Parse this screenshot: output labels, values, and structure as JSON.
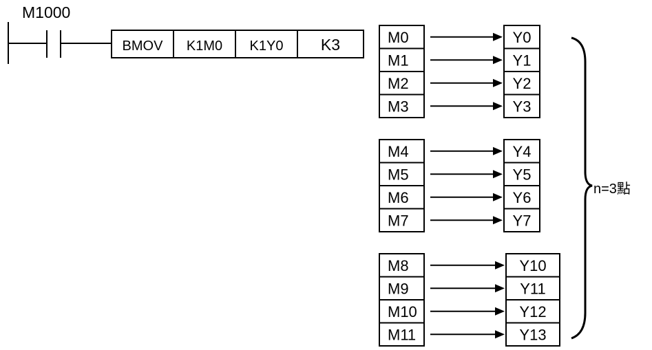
{
  "ladder": {
    "contact_label": "M1000",
    "instruction": {
      "operands": [
        "BMOV",
        "K1M0",
        "K1Y0",
        "K3"
      ]
    }
  },
  "groups": [
    {
      "rows": [
        {
          "src": "M0",
          "dst": "Y0"
        },
        {
          "src": "M1",
          "dst": "Y1"
        },
        {
          "src": "M2",
          "dst": "Y2"
        },
        {
          "src": "M3",
          "dst": "Y3"
        }
      ]
    },
    {
      "rows": [
        {
          "src": "M4",
          "dst": "Y4"
        },
        {
          "src": "M5",
          "dst": "Y5"
        },
        {
          "src": "M6",
          "dst": "Y6"
        },
        {
          "src": "M7",
          "dst": "Y7"
        }
      ]
    },
    {
      "rows": [
        {
          "src": "M8",
          "dst": "Y10"
        },
        {
          "src": "M9",
          "dst": "Y11"
        },
        {
          "src": "M10",
          "dst": "Y12"
        },
        {
          "src": "M11",
          "dst": "Y13"
        }
      ]
    }
  ],
  "brace_label": "n=3點",
  "colors": {
    "line": "#000000",
    "background": "#ffffff"
  }
}
